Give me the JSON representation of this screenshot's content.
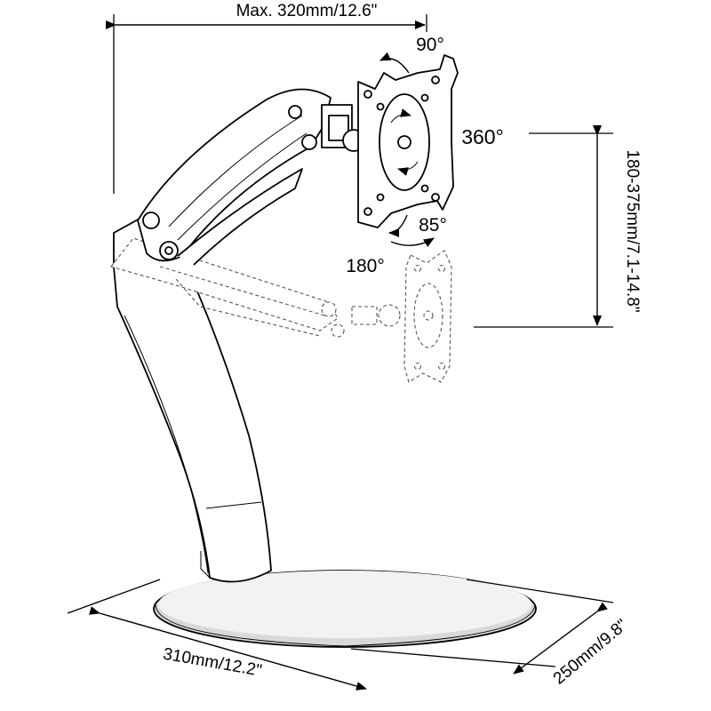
{
  "dimensions": {
    "arm_reach": "Max. 320mm/12.6\"",
    "height_range": "180-375mm/7.1-14.8\"",
    "base_width": "310mm/12.2\"",
    "base_depth": "250mm/9.8\""
  },
  "angles": {
    "tilt_up": "90°",
    "rotation": "360°",
    "tilt_down": "85°",
    "swivel": "180°"
  }
}
